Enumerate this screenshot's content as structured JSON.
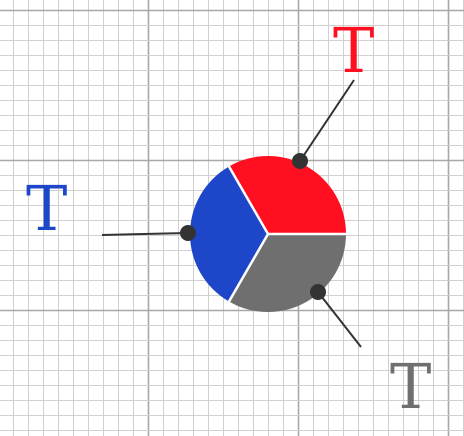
{
  "diagram": {
    "segments": [
      {
        "name": "red",
        "color": "#ff0f1f",
        "start_deg": -120,
        "end_deg": 0,
        "label": "T"
      },
      {
        "name": "gray",
        "color": "#6f6f6f",
        "start_deg": 0,
        "end_deg": 120,
        "label": "T"
      },
      {
        "name": "blue",
        "color": "#1e46c8",
        "start_deg": 120,
        "end_deg": 240,
        "label": "T"
      }
    ],
    "colors": {
      "grid_minor": "#d0d0d0",
      "grid_major": "#a8a8a8",
      "connector": "#333333",
      "divider": "#ffffff"
    }
  }
}
